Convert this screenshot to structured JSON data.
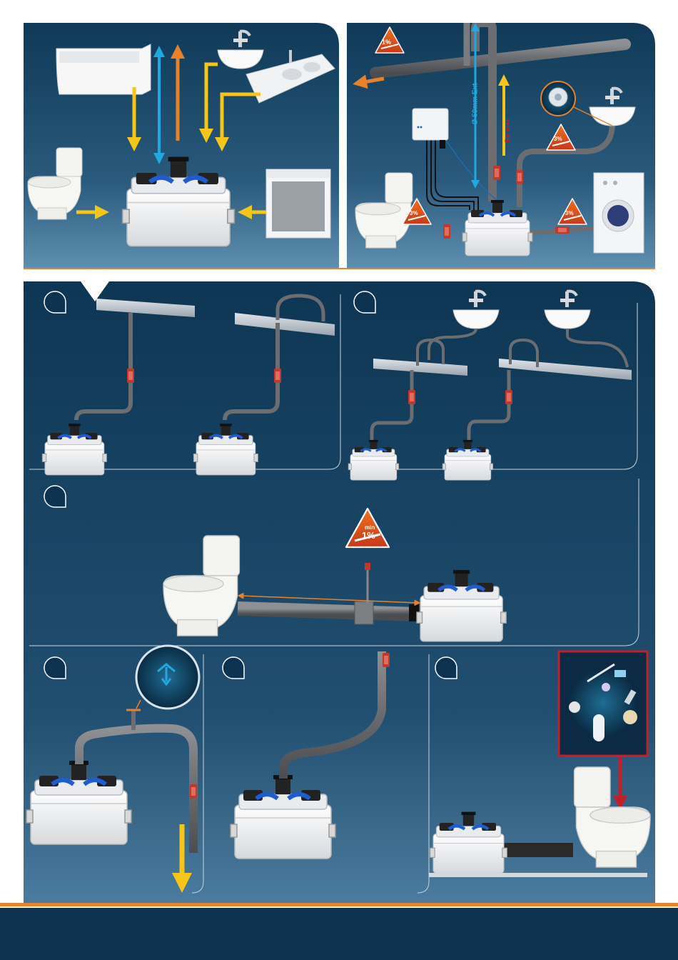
{
  "panel_top_right": {
    "pipe_label": "Ø 50mm Ext",
    "height_label": "5m max",
    "slope_drain": "1%",
    "slope_sink": "3%",
    "slope_toilet": "3%",
    "slope_washer": "3%"
  },
  "panel_middle": {
    "slope_min_word": "min",
    "slope_min_value": "1%"
  },
  "colors": {
    "navy": "#0d3350",
    "panel_light": "#3b6b8c",
    "orange": "#e8822a",
    "yellow": "#f5c518",
    "blue_arrow": "#22a8e0",
    "red_frame": "#c0202a",
    "pipe_gray": "#6e6f72"
  },
  "icons": [
    "bathtub-icon",
    "basin-icon",
    "kitchen-sink-icon",
    "toilet-icon",
    "dishwasher-icon",
    "control-box-icon",
    "washing-machine-icon",
    "warning-triangle-icon",
    "drain-grate-icon",
    "forbidden-items-icon"
  ]
}
